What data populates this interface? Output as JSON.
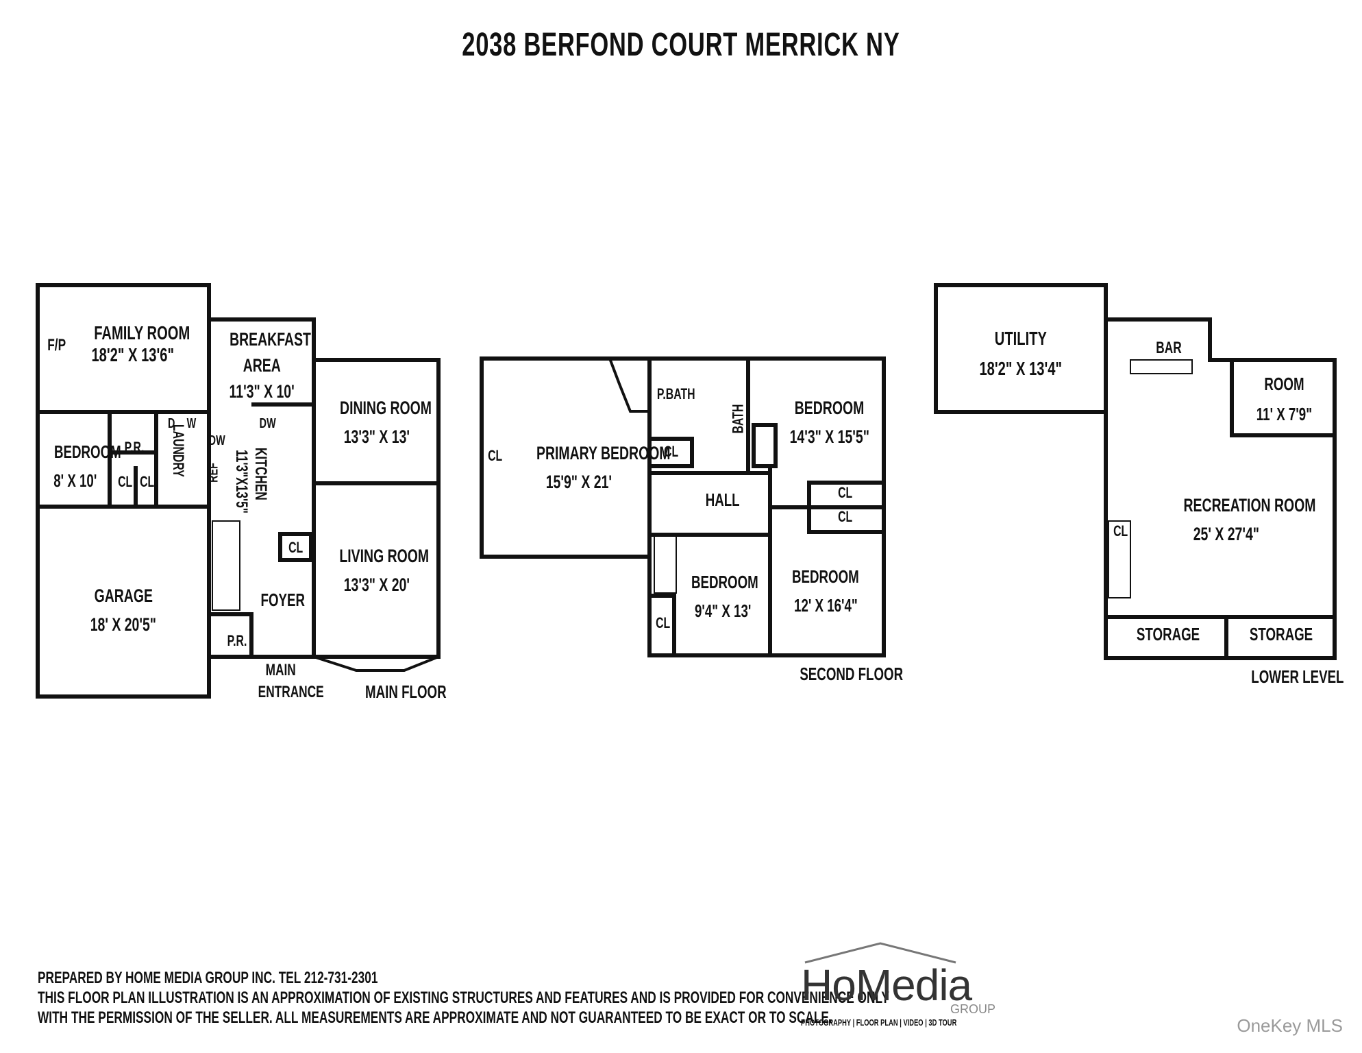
{
  "title": "2038 BERFOND COURT MERRICK NY",
  "floors": {
    "main": {
      "name": "MAIN FLOOR",
      "rooms": {
        "family_room": {
          "name": "FAMILY ROOM",
          "dims": "18'2\" X 13'6\""
        },
        "breakfast_area": {
          "name1": "BREAKFAST",
          "name2": "AREA",
          "dims": "11'3\" X 10'"
        },
        "dining_room": {
          "name": "DINING ROOM",
          "dims": "13'3\" X 13'"
        },
        "bedroom": {
          "name": "BEDROOM",
          "dims": "8' X 10'"
        },
        "kitchen": {
          "name": "KITCHEN",
          "dims": "11'3\"X13'5\""
        },
        "living_room": {
          "name": "LIVING ROOM",
          "dims": "13'3\" X 20'"
        },
        "garage": {
          "name": "GARAGE",
          "dims": "18' X 20'5\""
        },
        "foyer": {
          "name": "FOYER"
        }
      },
      "labels": {
        "fp": "F/P",
        "pr": "P.R.",
        "cl": "CL",
        "laundry": "LAUNDRY",
        "d": "D",
        "w": "W",
        "dw": "DW",
        "ref": "REF",
        "main_entrance_1": "MAIN",
        "main_entrance_2": "ENTRANCE"
      }
    },
    "second": {
      "name": "SECOND FLOOR",
      "rooms": {
        "primary_bedroom": {
          "name": "PRIMARY BEDROOM",
          "dims": "15'9\" X 21'"
        },
        "bedroom_a": {
          "name": "BEDROOM",
          "dims": "14'3\" X 15'5\""
        },
        "bedroom_b": {
          "name": "BEDROOM",
          "dims": "9'4\" X 13'"
        },
        "bedroom_c": {
          "name": "BEDROOM",
          "dims": "12' X 16'4\""
        },
        "hall": {
          "name": "HALL"
        }
      },
      "labels": {
        "pbath": "P.BATH",
        "bath": "BATH",
        "cl": "CL"
      }
    },
    "lower": {
      "name": "LOWER LEVEL",
      "rooms": {
        "utility": {
          "name": "UTILITY",
          "dims": "18'2\" X 13'4\""
        },
        "bar": {
          "name": "BAR"
        },
        "room": {
          "name": "ROOM",
          "dims": "11' X 7'9\""
        },
        "recreation_room": {
          "name": "RECREATION ROOM",
          "dims": "25' X 27'4\""
        },
        "storage": {
          "name": "STORAGE"
        }
      },
      "labels": {
        "cl": "CL"
      }
    }
  },
  "footer": {
    "line1": "PREPARED BY HOME MEDIA GROUP INC. TEL 212-731-2301",
    "line2": "THIS FLOOR PLAN ILLUSTRATION IS AN APPROXIMATION OF EXISTING STRUCTURES AND FEATURES AND IS PROVIDED FOR CONVENIENCE ONLY",
    "line3": "WITH THE PERMISSION OF THE SELLER. ALL MEASUREMENTS ARE APPROXIMATE AND NOT GUARANTEED TO BE EXACT OR TO SCALE."
  },
  "logo": {
    "main": "HoMedia",
    "sub": "GROUP",
    "tagline": "PHOTOGRAPHY | FLOOR PLAN | VIDEO | 3D TOUR"
  },
  "watermark": "OneKey MLS"
}
